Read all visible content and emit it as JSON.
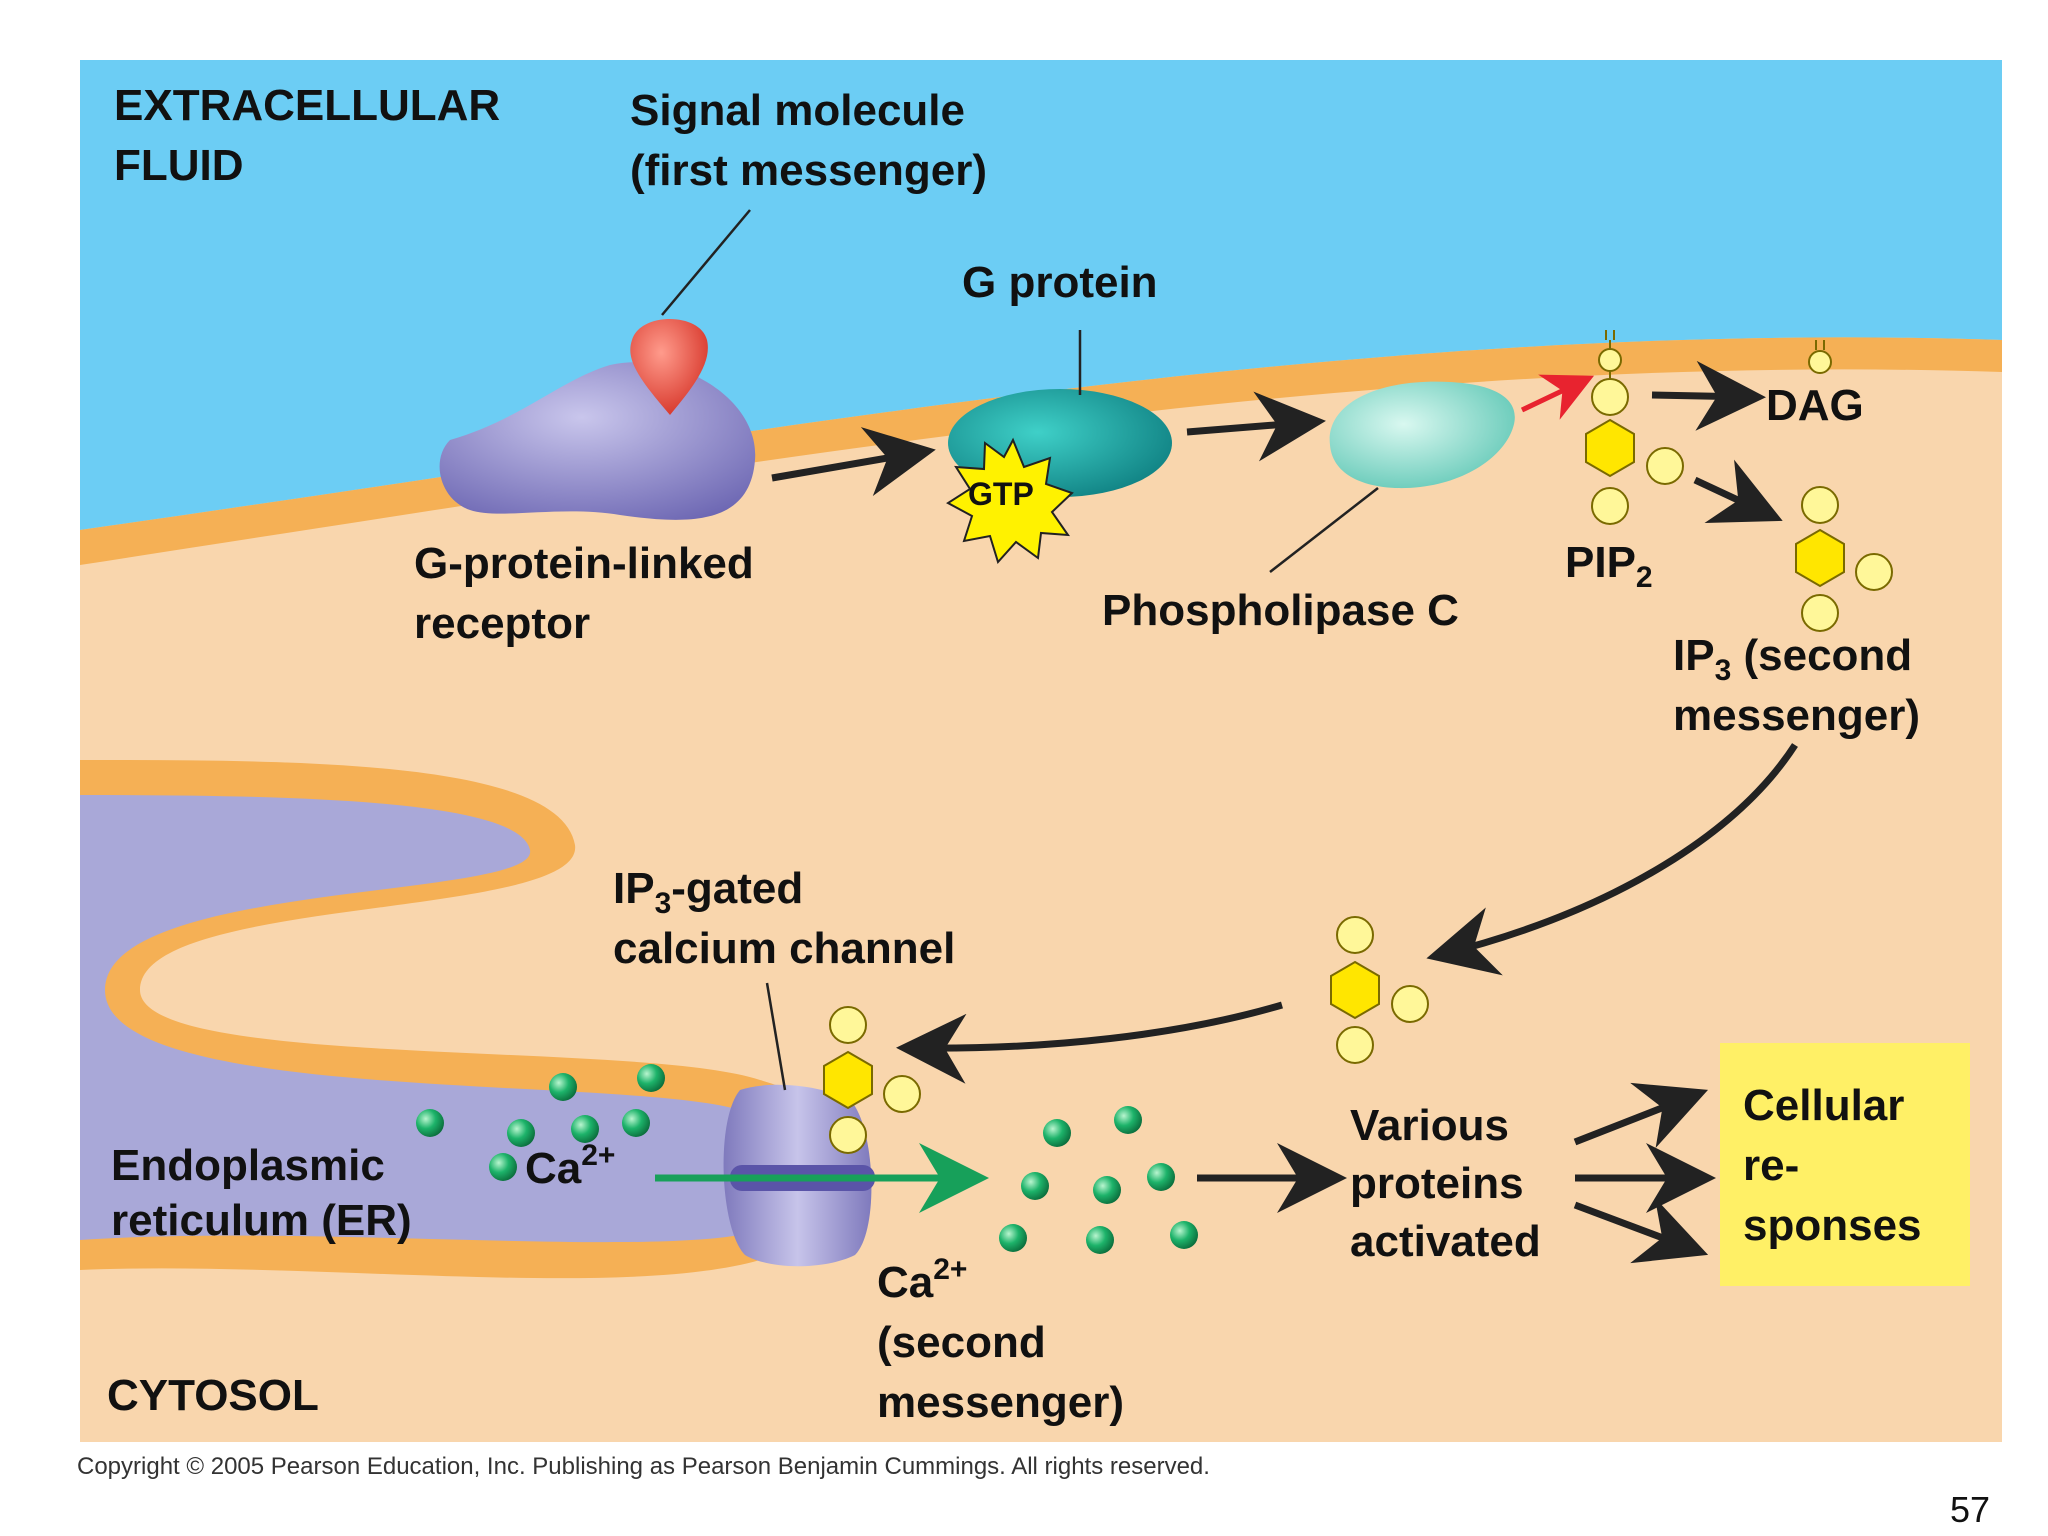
{
  "labels": {
    "extracellular_line1": "EXTRACELLULAR",
    "extracellular_line2": "FLUID",
    "signal_line1": "Signal molecule",
    "signal_line2": "(first messenger)",
    "gprotein": "G protein",
    "receptor_line1": "G-protein-linked",
    "receptor_line2": "receptor",
    "gtp": "GTP",
    "phospholipase": "Phospholipase C",
    "dag": "DAG",
    "pip_main": "PIP",
    "pip_sub": "2",
    "ip3_main": "IP",
    "ip3_sub": "3",
    "ip3_rest": " (second",
    "ip3_line2": "messenger)",
    "channel_main": "IP",
    "channel_sub": "3",
    "channel_rest": "-gated",
    "channel_line2": "calcium channel",
    "er_line1": "Endoplasmic",
    "er_line2": "reticulum (ER)",
    "ca_er_main": "Ca",
    "ca_er_sup": "2+",
    "ca2_main": "Ca",
    "ca2_sup": "2+",
    "ca2_line2": "(second",
    "ca2_line3": "messenger)",
    "proteins_line1": "Various",
    "proteins_line2": "proteins",
    "proteins_line3": "activated",
    "responses_line1": "Cellular",
    "responses_line2": "re-",
    "responses_line3": "sponses",
    "cytosol": "CYTOSOL"
  },
  "copyright": "Copyright © 2005 Pearson Education, Inc. Publishing as Pearson Benjamin Cummings. All rights reserved.",
  "page_number": "57",
  "colors": {
    "extracellular": "#6ccdf4",
    "membrane": "#f5b055",
    "cytosol": "#f9d6ad",
    "er_lumen": "#a9a8d8",
    "receptor": "#8b86c8",
    "signal": "#e8473c",
    "g_protein": "#17a3a3",
    "phospholipase": "#8fe0cf",
    "hexagon": "#ffe600",
    "calcium": "#1db36a",
    "responses_box": "#fff066"
  }
}
